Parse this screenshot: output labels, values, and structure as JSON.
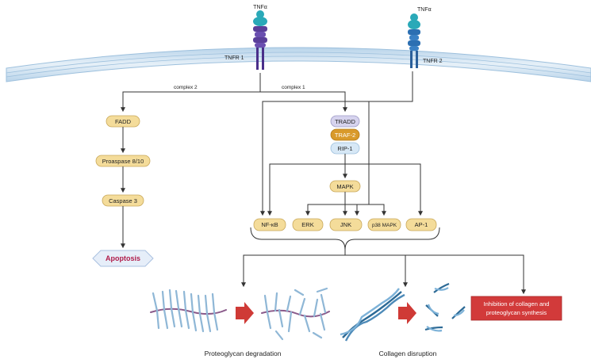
{
  "receptors": {
    "ligand1": "TNFα",
    "receptor1": "TNFR 1",
    "ligand2": "TNFα",
    "receptor2": "TNFR 2"
  },
  "complexes": {
    "complex2": "complex 2",
    "complex1": "complex 1"
  },
  "left_path": {
    "fadd": "FADD",
    "proaspase": "Proaspase 8/10",
    "caspase": "Caspase 3",
    "apoptosis": "Apoptosis"
  },
  "adaptors": {
    "tradd": "TRADD",
    "traf2": "TRAF-2",
    "rip1": "RIP-1",
    "mapk": "MAPK"
  },
  "effectors": [
    "NF-κB",
    "ERK",
    "JNK",
    "p38 MAPK",
    "AP-1"
  ],
  "outcomes": {
    "inhibition": [
      "Inhibition of collagen and",
      "proteoglycan synthesis"
    ],
    "proteoglycan": "Proteoglycan degradation",
    "collagen": "Collagen disruption"
  },
  "colors": {
    "membrane": "#cfe3f2",
    "membrane_edge": "#9dc0dd",
    "node_yellow": "#f4dc9a",
    "node_yellow_edge": "#c9a85a",
    "tradd": "#d6d3ee",
    "traf2": "#d99a2b",
    "rip1": "#d7e8f6",
    "apoptosis_text": "#b01c4a",
    "apoptosis_fill": "#e6eef9",
    "inhibition_box": "#d23a3a",
    "red_arrow": "#cf3a36",
    "receptor1": "#5a3f9a",
    "receptor2": "#2c6fb2",
    "ligand": "#2aa9b8"
  }
}
